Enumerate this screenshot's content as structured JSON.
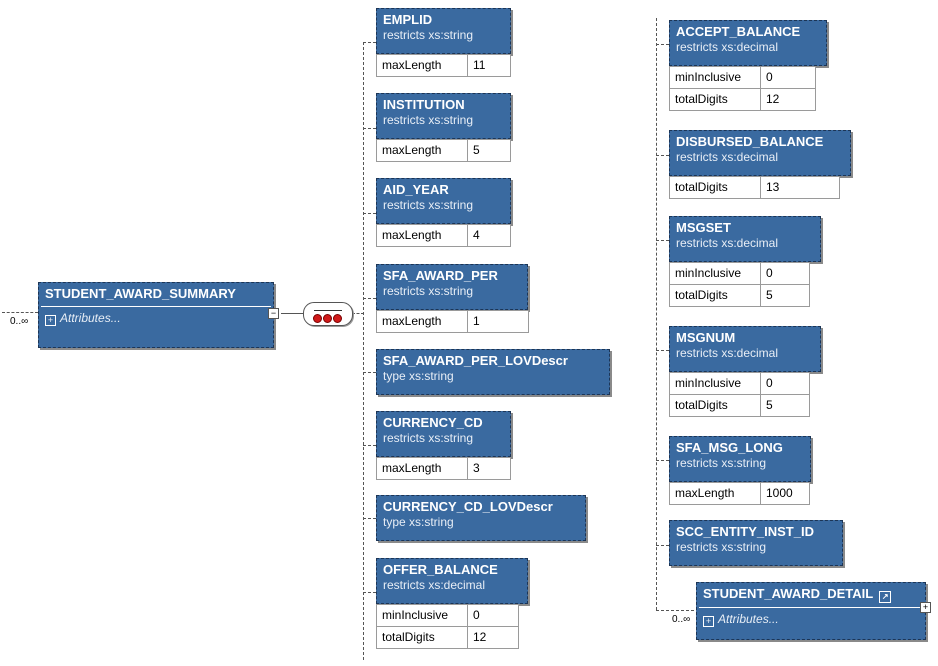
{
  "root": {
    "name": "STUDENT_AWARD_SUMMARY",
    "attributes_label": "Attributes...",
    "cardinality": "0..∞"
  },
  "compositor": {
    "icon": "sequence-icon"
  },
  "left_column": [
    {
      "name": "EMPLID",
      "type": "restricts xs:string",
      "facets": [
        [
          "maxLength",
          "11"
        ]
      ]
    },
    {
      "name": "INSTITUTION",
      "type": "restricts xs:string",
      "facets": [
        [
          "maxLength",
          "5"
        ]
      ]
    },
    {
      "name": "AID_YEAR",
      "type": "restricts xs:string",
      "facets": [
        [
          "maxLength",
          "4"
        ]
      ]
    },
    {
      "name": "SFA_AWARD_PER",
      "type": "restricts xs:string",
      "facets": [
        [
          "maxLength",
          "1"
        ]
      ]
    },
    {
      "name": "SFA_AWARD_PER_LOVDescr",
      "type": "type xs:string",
      "facets": []
    },
    {
      "name": "CURRENCY_CD",
      "type": "restricts xs:string",
      "facets": [
        [
          "maxLength",
          "3"
        ]
      ]
    },
    {
      "name": "CURRENCY_CD_LOVDescr",
      "type": "type xs:string",
      "facets": []
    },
    {
      "name": "OFFER_BALANCE",
      "type": "restricts xs:decimal",
      "facets": [
        [
          "minInclusive",
          "0"
        ],
        [
          "totalDigits",
          "12"
        ]
      ]
    }
  ],
  "right_column": [
    {
      "name": "ACCEPT_BALANCE",
      "type": "restricts xs:decimal",
      "facets": [
        [
          "minInclusive",
          "0"
        ],
        [
          "totalDigits",
          "12"
        ]
      ]
    },
    {
      "name": "DISBURSED_BALANCE",
      "type": "restricts xs:decimal",
      "facets": [
        [
          "totalDigits",
          "13"
        ]
      ]
    },
    {
      "name": "MSGSET",
      "type": "restricts xs:decimal",
      "facets": [
        [
          "minInclusive",
          "0"
        ],
        [
          "totalDigits",
          "5"
        ]
      ]
    },
    {
      "name": "MSGNUM",
      "type": "restricts xs:decimal",
      "facets": [
        [
          "minInclusive",
          "0"
        ],
        [
          "totalDigits",
          "5"
        ]
      ]
    },
    {
      "name": "SFA_MSG_LONG",
      "type": "restricts xs:string",
      "facets": [
        [
          "maxLength",
          "1000"
        ]
      ]
    },
    {
      "name": "SCC_ENTITY_INST_ID",
      "type": "restricts xs:string",
      "facets": []
    }
  ],
  "detail": {
    "name": "STUDENT_AWARD_DETAIL",
    "attributes_label": "Attributes...",
    "cardinality": "0..∞"
  }
}
